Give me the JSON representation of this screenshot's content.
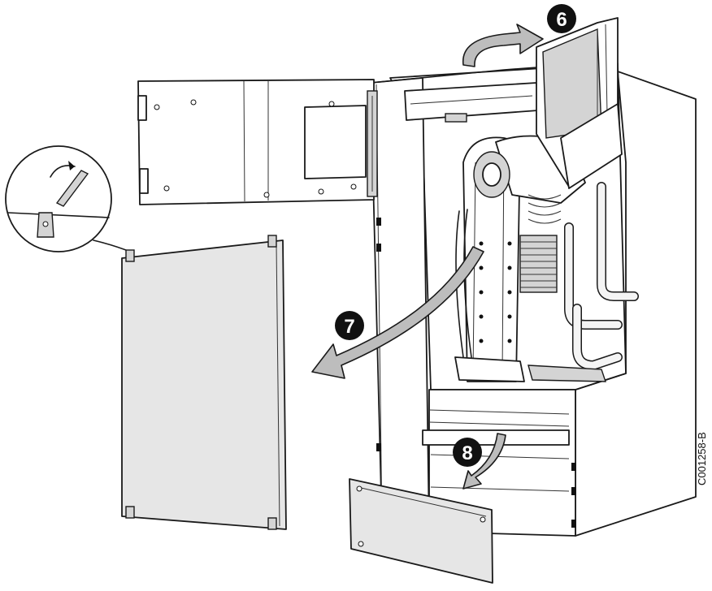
{
  "steps": [
    {
      "label": "6"
    },
    {
      "label": "7"
    },
    {
      "label": "8"
    }
  ],
  "reference_code": "C001258-B"
}
